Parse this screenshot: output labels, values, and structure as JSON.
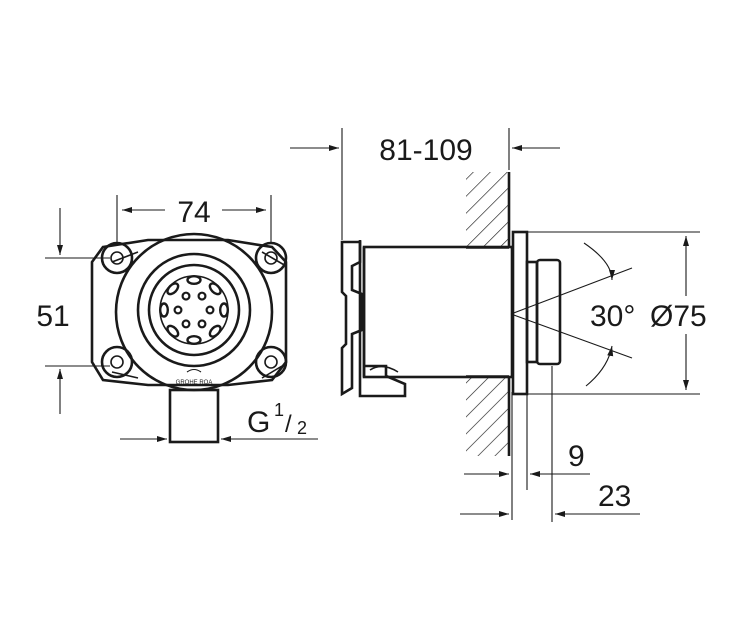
{
  "front_view": {
    "width_label": "74",
    "height_label": "51",
    "thread_main": "G",
    "thread_num": "1",
    "thread_den": "2",
    "brand_text": "GROHE ROA"
  },
  "side_view": {
    "depth_label": "81-109",
    "angle_label": "30°",
    "diameter_label": "Ø75",
    "projection_label": "9",
    "offset_label": "23"
  },
  "colors": {
    "line": "#1a1a1a",
    "background": "#ffffff"
  }
}
